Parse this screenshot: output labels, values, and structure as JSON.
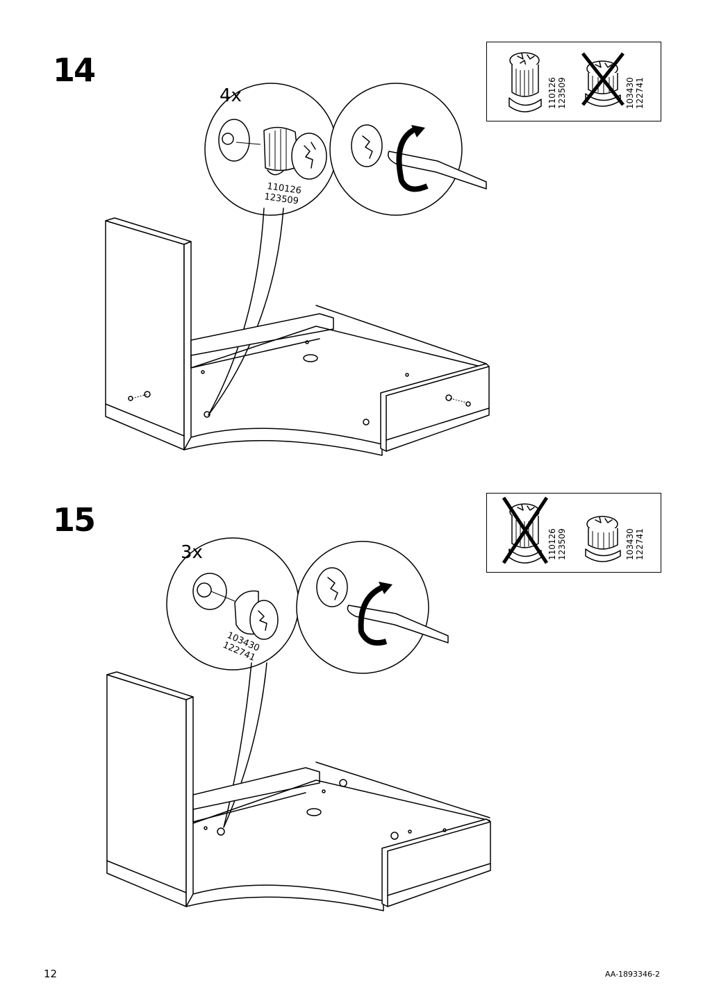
{
  "steps": [
    {
      "number": "14",
      "quantity": "4x",
      "part_label": [
        "110126",
        "123509"
      ],
      "legend": {
        "left_codes": [
          "110126",
          "123509"
        ],
        "right_codes": [
          "103430",
          "122741"
        ],
        "crossed_out": "right"
      },
      "tool": "screwdriver-icon",
      "rotation": "clockwise"
    },
    {
      "number": "15",
      "quantity": "3x",
      "part_label": [
        "103430",
        "122741"
      ],
      "legend": {
        "left_codes": [
          "110126",
          "123509"
        ],
        "right_codes": [
          "103430",
          "122741"
        ],
        "crossed_out": "left"
      },
      "tool": "screwdriver-icon",
      "rotation": "clockwise"
    }
  ],
  "footer": {
    "page_number": "12",
    "document_code": "AA-1893346-2"
  }
}
